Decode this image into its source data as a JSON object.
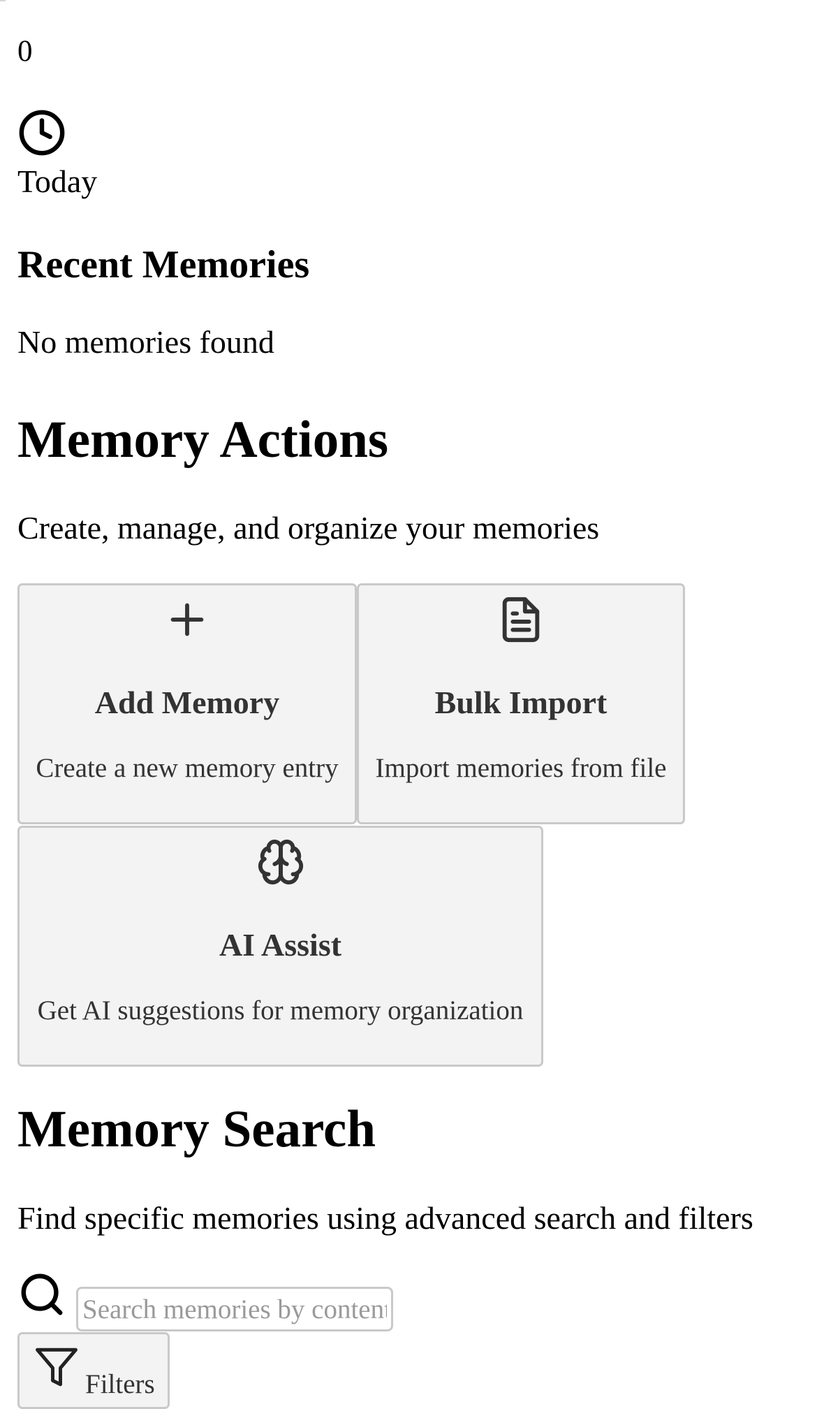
{
  "stats": {
    "count_value": "0",
    "period_icon": "clock-icon",
    "period_label": "Today"
  },
  "recent": {
    "title": "Recent Memories",
    "empty_message": "No memories found"
  },
  "actions": {
    "title": "Memory Actions",
    "description": "Create, manage, and organize your memories",
    "cards": [
      {
        "icon": "plus-icon",
        "title": "Add Memory",
        "description": "Create a new memory entry"
      },
      {
        "icon": "document-icon",
        "title": "Bulk Import",
        "description": "Import memories from file"
      },
      {
        "icon": "brain-icon",
        "title": "AI Assist",
        "description": "Get AI suggestions for memory organization"
      }
    ]
  },
  "search": {
    "title": "Memory Search",
    "description": "Find specific memories using advanced search and filters",
    "placeholder": "Search memories by content...",
    "value": "",
    "search_icon": "search-icon",
    "filters_icon": "filter-icon",
    "filters_label": "Filters"
  },
  "colors": {
    "card_background": "#f3f3f3",
    "card_border": "#c9c9c9",
    "text": "#000000",
    "muted_text": "#333333",
    "placeholder": "#9a9a9a"
  }
}
